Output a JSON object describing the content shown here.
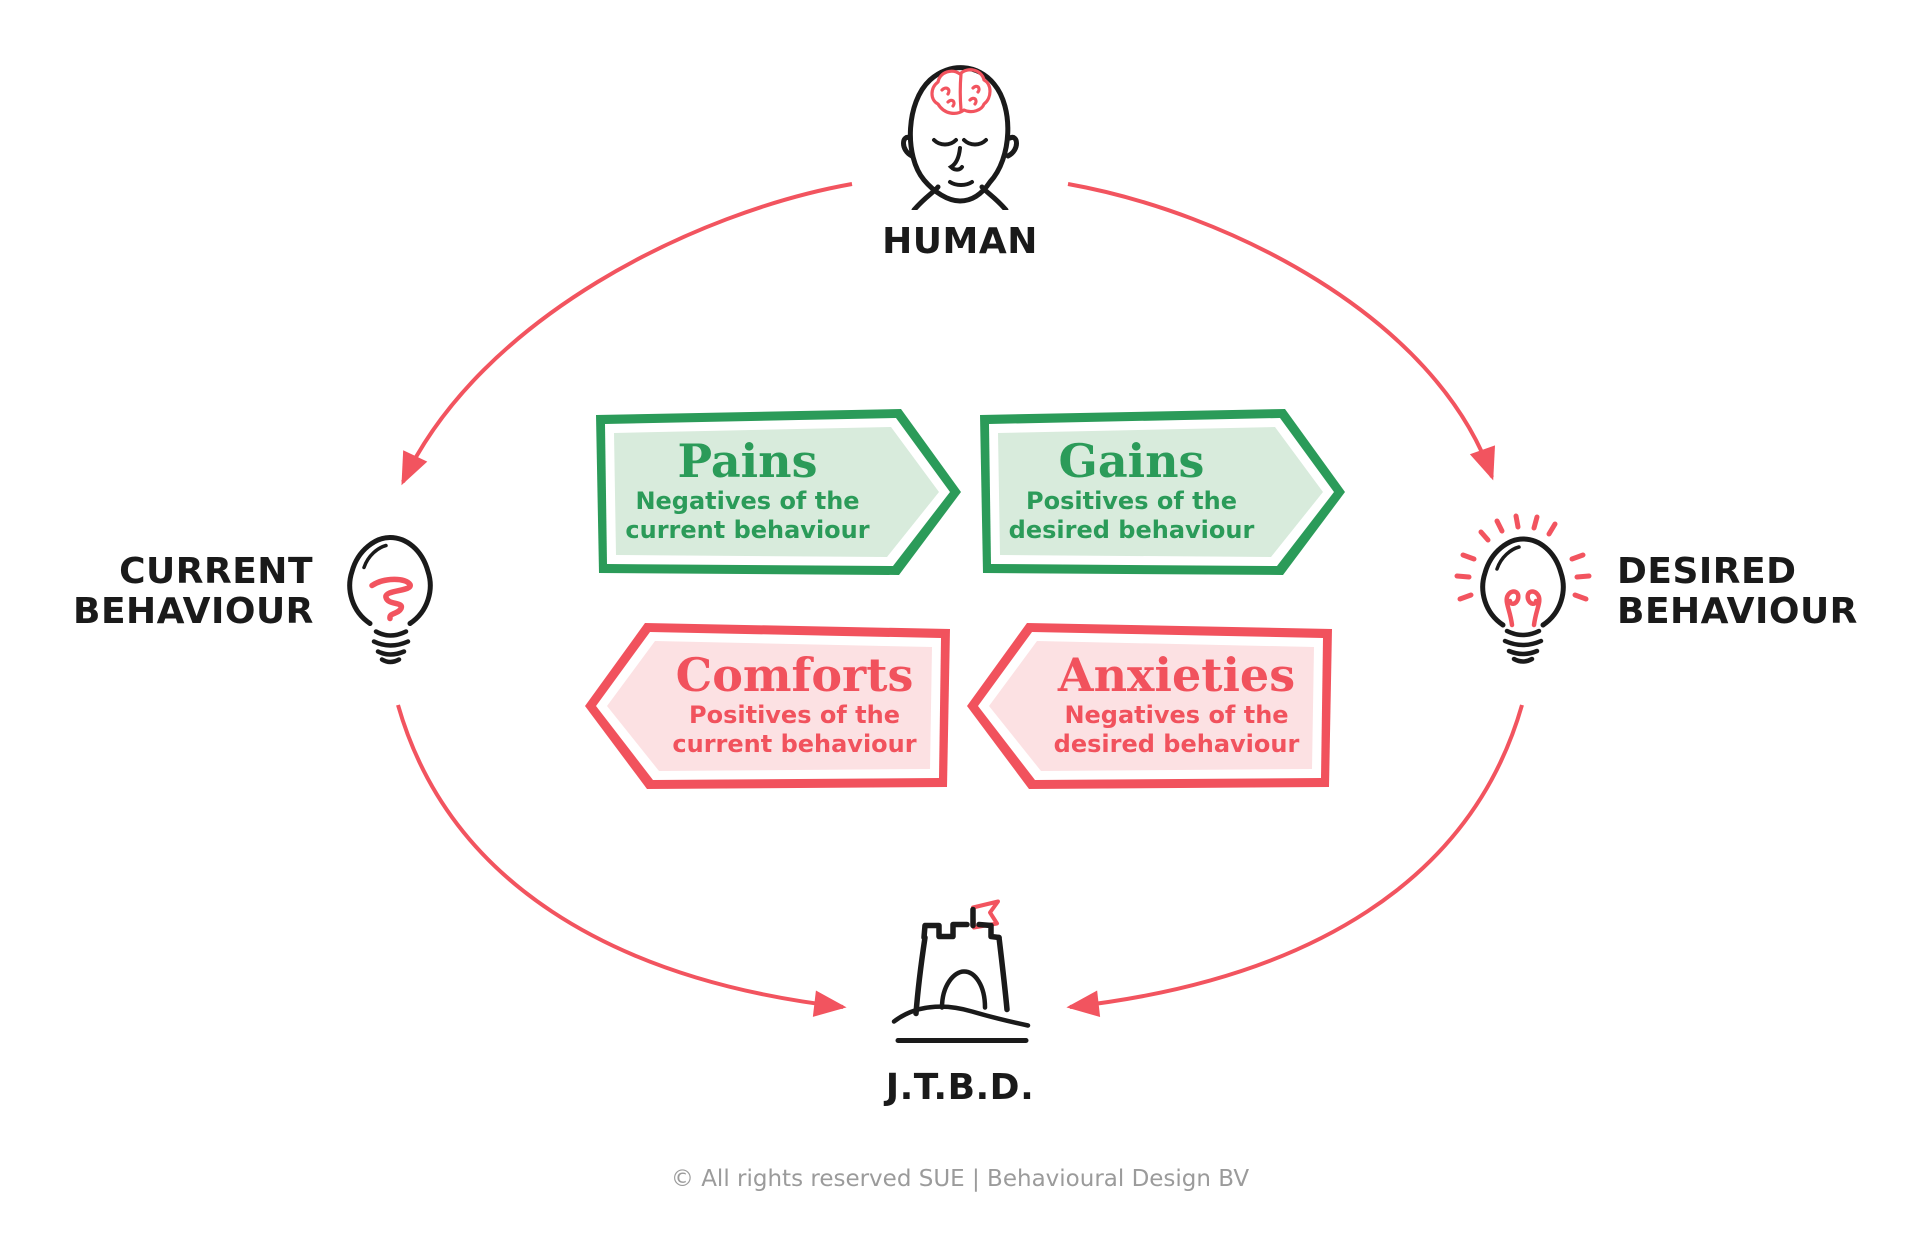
{
  "nodes": {
    "human": {
      "label": "HUMAN"
    },
    "current": {
      "label": "CURRENT BEHAVIOUR"
    },
    "desired": {
      "label": "DESIRED BEHAVIOUR"
    },
    "jtbd": {
      "label": "J.T.B.D."
    }
  },
  "boxes": {
    "pains": {
      "title": "Pains",
      "subtitle": "Negatives of the current behaviour"
    },
    "gains": {
      "title": "Gains",
      "subtitle": "Positives of the desired behaviour"
    },
    "comforts": {
      "title": "Comforts",
      "subtitle": "Positives of the current behaviour"
    },
    "anxieties": {
      "title": "Anxieties",
      "subtitle": "Negatives of the desired behaviour"
    }
  },
  "footer": {
    "copyright": "© All rights reserved SUE | Behavioural Design BV"
  },
  "icons": {
    "human": "human-head-brain-icon",
    "current": "lightbulb-scribble-icon",
    "desired": "lightbulb-shining-icon",
    "jtbd": "sandcastle-flag-icon"
  },
  "colors": {
    "accent_red": "#F2545F",
    "red_border": "#F1525D",
    "red_fill": "#FCE1E3",
    "green_border": "#2B9B59",
    "green_fill": "#D8EBDC",
    "label_black": "#1A1A1A",
    "footer_gray": "#9B9B9B"
  }
}
